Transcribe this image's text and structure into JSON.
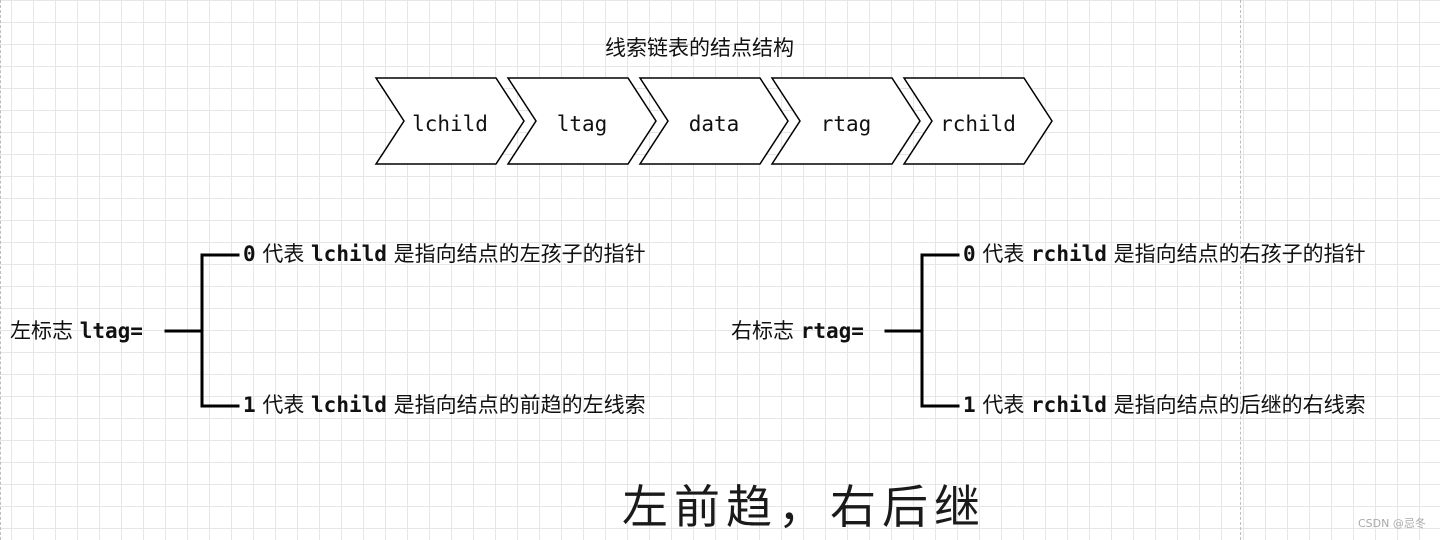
{
  "diagram": {
    "title": "线索链表的结点结构",
    "fields": [
      "lchild",
      "ltag",
      "data",
      "rtag",
      "rchild"
    ],
    "left": {
      "label_prefix": "左标志",
      "label_code": "ltag=",
      "row0": {
        "num": "0",
        "mid": "代表",
        "code": "lchild",
        "desc": "是指向结点的左孩子的指针"
      },
      "row1": {
        "num": "1",
        "mid": "代表",
        "code": "lchild",
        "desc": "是指向结点的前趋的左线索"
      }
    },
    "right": {
      "label_prefix": "右标志",
      "label_code": "rtag=",
      "row0": {
        "num": "0",
        "mid": "代表",
        "code": "rchild",
        "desc": "是指向结点的右孩子的指针"
      },
      "row1": {
        "num": "1",
        "mid": "代表",
        "code": "rchild",
        "desc": "是指向结点的后继的右线索"
      }
    },
    "slogan": "左前趋，右后继"
  },
  "watermark": "CSDN @忌冬",
  "colors": {
    "stroke": "#000000",
    "grid": "#e6e6e6",
    "guide": "#bdbdbd",
    "text": "#111111"
  }
}
